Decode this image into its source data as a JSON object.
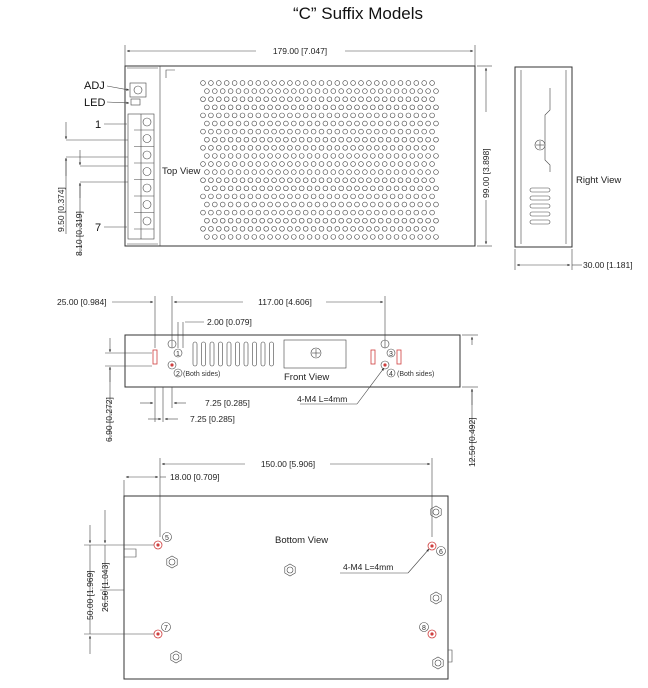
{
  "title": "“C” Suffix Models",
  "top": {
    "width_dim": "179.00 [7.047]",
    "height_dim": "99.00 [3.898]",
    "adj_label": "ADJ",
    "led_label": "LED",
    "pin_first": "1",
    "pin_last": "7",
    "view_label": "Top View",
    "pitch_dim": "9.50 [0.374]",
    "offset_dim": "8.10 [0.319]"
  },
  "right": {
    "view_label": "Right View",
    "depth_dim": "30.00 [1.181]"
  },
  "front": {
    "left_dim": "25.00 [0.984]",
    "span_dim": "117.00 [4.606]",
    "gap_dim": "2.00 [0.079]",
    "hole1": "1",
    "hole2": "2",
    "hole3": "3",
    "hole4": "4",
    "both_sides_left": "(Both sides)",
    "both_sides_right": "(Both sides)",
    "view_label": "Front View",
    "dim_a": "7.25 [0.285]",
    "dim_b": "7.25 [0.285]",
    "height_dim": "6.90 [0.272]",
    "screw_note": "4-M4  L=4mm",
    "right_height_dim": "12.50 [0.492]"
  },
  "bottom": {
    "span_dim": "150.00 [5.906]",
    "left_dim": "18.00 [0.709]",
    "view_label": "Bottom View",
    "hole5": "5",
    "hole6": "6",
    "hole7": "7",
    "hole8": "8",
    "screw_note": "4-M4  L=4mm",
    "vert_dim_a": "50.00 [1.969]",
    "vert_dim_b": "26.50 [1.043]"
  }
}
